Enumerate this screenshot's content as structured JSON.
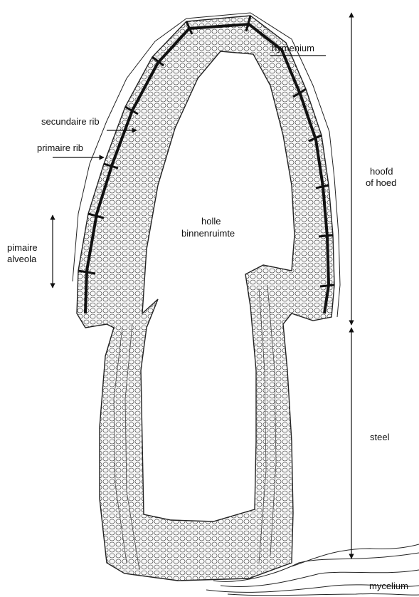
{
  "diagram": {
    "labels": {
      "hymenium": "hymenium",
      "secondary_rib": "secundaire rib",
      "primary_rib": "primaire rib",
      "primary_alveola_line1": "pimaire",
      "primary_alveola_line2": "alveola",
      "cavity_line1": "holle",
      "cavity_line2": "binnenruimte",
      "head_line1": "hoofd",
      "head_line2": "of hoed",
      "stem": "steel",
      "mycelium": "mycelium"
    },
    "colors": {
      "ink": "#111111",
      "background": "#ffffff",
      "tissue_fill": "#f4f4f4"
    }
  }
}
